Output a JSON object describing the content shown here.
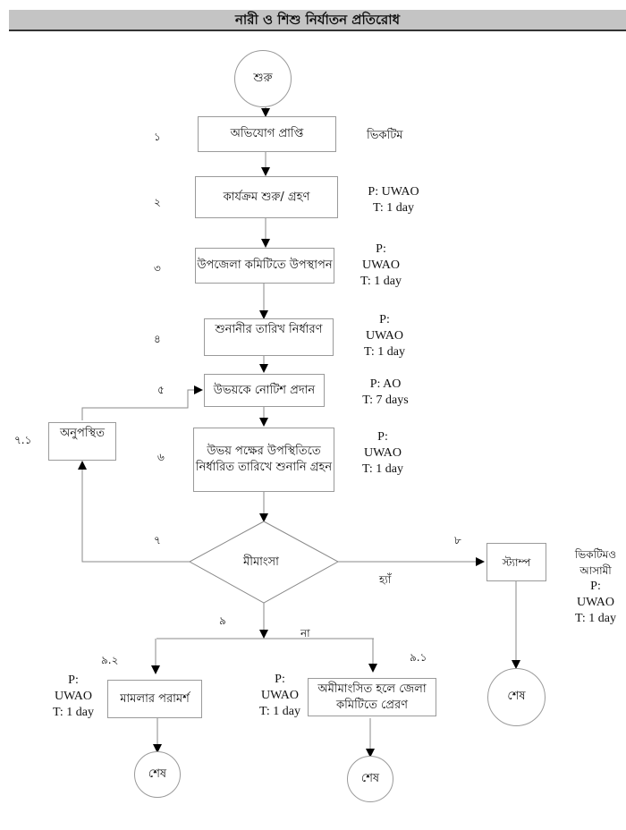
{
  "title": "নারী ও শিশু নির্যাতন প্রতিরোধ",
  "nodes": {
    "start": "শুরু",
    "s1": "অভিযোগ প্রাপ্তি",
    "s2": "কার্যক্রম শুরু/ গ্রহণ",
    "s3": "উপজেলা কমিটিতে উপস্থাপন",
    "s4": "শুনানীর তারিখ নির্ধারণ",
    "s5": "উভয়কে নোটিশ প্রদান",
    "s6": "উভয় পক্ষের উপস্থিতিতে নির্ধারিত তারিখে শুনানি গ্রহন",
    "s7_1": "অনুপস্থিত",
    "decision": "মীমাংসা",
    "s8": "স্ট্যাম্প",
    "s9_1": "অমীমাংসিত হলে জেলা কমিটিতে প্রেরণ",
    "s9_2": "মামলার পরামর্শ",
    "end1": "শেষ",
    "end2": "শেষ",
    "end3": "শেষ"
  },
  "step_numbers": {
    "n1": "১",
    "n2": "২",
    "n3": "৩",
    "n4": "৪",
    "n5": "৫",
    "n6": "৬",
    "n7": "৭",
    "n7_1": "৭.১",
    "n8": "৮",
    "n9": "৯",
    "n9_1": "৯.১",
    "n9_2": "৯.২"
  },
  "branch_labels": {
    "yes": "হ্যাঁ",
    "no": "না"
  },
  "meta": {
    "s1": [
      "ভিকটিম"
    ],
    "s2": [
      "P: UWAO",
      "T: 1 day"
    ],
    "s3": [
      "P:",
      "UWAO",
      "T: 1 day"
    ],
    "s4": [
      "P:",
      "UWAO",
      "T: 1 day"
    ],
    "s5": [
      "P: AO",
      "T: 7 days"
    ],
    "s6": [
      "P:",
      "UWAO",
      "T: 1 day"
    ],
    "s8": [
      "ভিকটিমও",
      "আসামী",
      "P:",
      "UWAO",
      "T: 1 day"
    ],
    "s9_1": [
      "P:",
      "UWAO",
      "T: 1 day"
    ],
    "s9_2": [
      "P:",
      "UWAO",
      "T: 1 day"
    ]
  }
}
